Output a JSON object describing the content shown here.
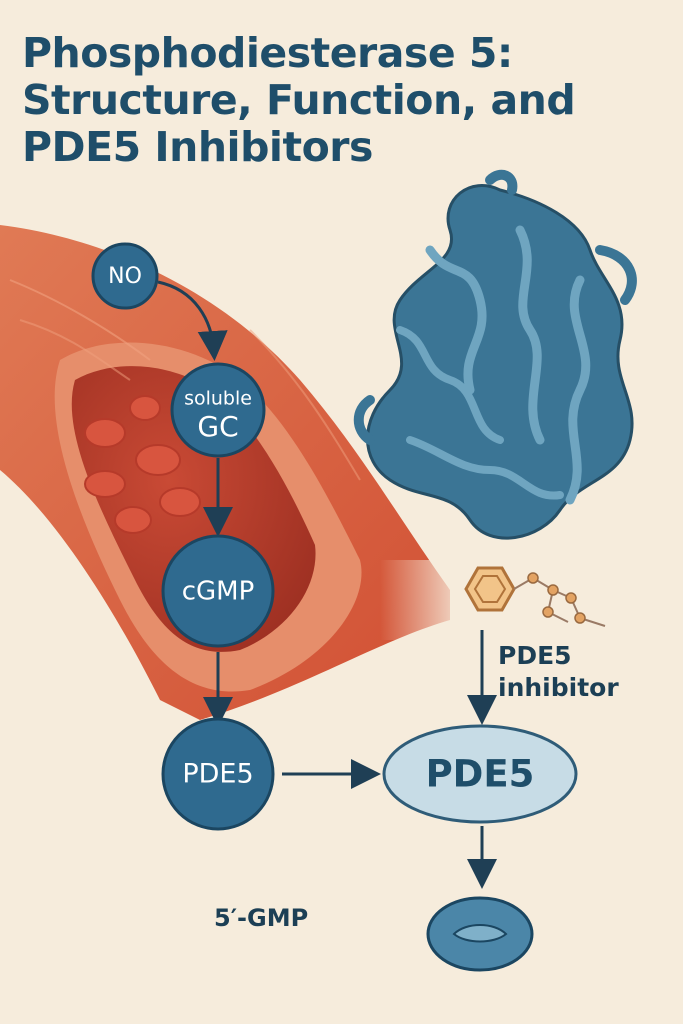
{
  "title": {
    "line1": "Phosphodiesterase 5:",
    "line2": "Structure, Function, and",
    "line3": "PDE5 Inhibitors"
  },
  "nodes": {
    "no": "NO",
    "soluble_gc_line1": "soluble",
    "soluble_gc_line2": "GC",
    "cgmp": "cGMP",
    "pde5_left": "PDE5",
    "pde5_center": "PDE5"
  },
  "labels": {
    "inhibitor_line1": "PDE5",
    "inhibitor_line2": "inhibitor",
    "gmp": "5′-GMP"
  },
  "colors": {
    "title": "#1f4e6a",
    "node_fill": "#2f6a8f",
    "node_stroke": "#1b4661",
    "ellipse_fill": "#c7dce6",
    "vessel_outer": "#d9603f",
    "vessel_inner": "#c4432e",
    "protein": "#3b7595",
    "molecule": "#d08a45",
    "background": "#f6ecdc"
  },
  "icons": [
    "blood-vessel-illustration",
    "protein-structure-illustration",
    "inhibitor-molecule-icon",
    "gmp-product-icon"
  ]
}
